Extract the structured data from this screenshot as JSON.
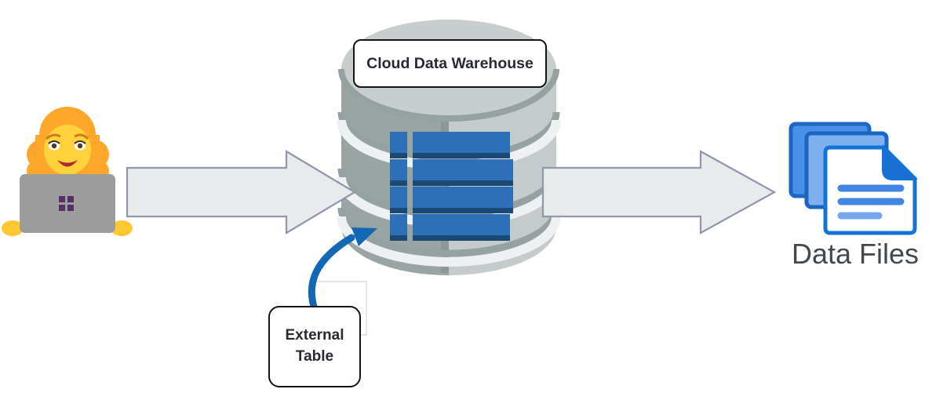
{
  "labels": {
    "warehouse": "Cloud Data Warehouse",
    "external_table": "External Table",
    "data_files": "Data Files"
  },
  "icons": {
    "person": "woman-technologist-emoji",
    "database": "database-cylinder",
    "table": "blue-table-rows",
    "documents": "stacked-document-pages",
    "flow_left": "block-arrow-right",
    "flow_right": "block-arrow-right",
    "pointer": "curved-blue-arrow"
  },
  "colors": {
    "table-blue": "#2d70b7",
    "table-blue-dark": "#1a4a74",
    "cyl-light": "#c5cbcb",
    "cyl-dark": "#9aa4a3",
    "cyl-seam": "#8c9796",
    "cyl-lid": "#c8cece",
    "cyl-shadow": "#95a2a0",
    "groove-white": "#eef1f1",
    "arrow-fill": "#e9eaec",
    "arrow-stroke": "#9096ab",
    "blue-arrow": "#1268b4",
    "page-back": "#4b90e8",
    "page-mid": "#7fb1f1",
    "page-border": "#1b66c2",
    "page-front-border": "#1473d8",
    "fold-blue": "#1b6ed2",
    "line-blue": "#4285e2",
    "line-blue-light": "#74a7ee",
    "label-text": "#272b31",
    "caption-text": "#43484c",
    "hair": "#ffa72b",
    "skin": "#ffd23c",
    "laptop": "#9c9c9c",
    "logo": "#533066"
  }
}
